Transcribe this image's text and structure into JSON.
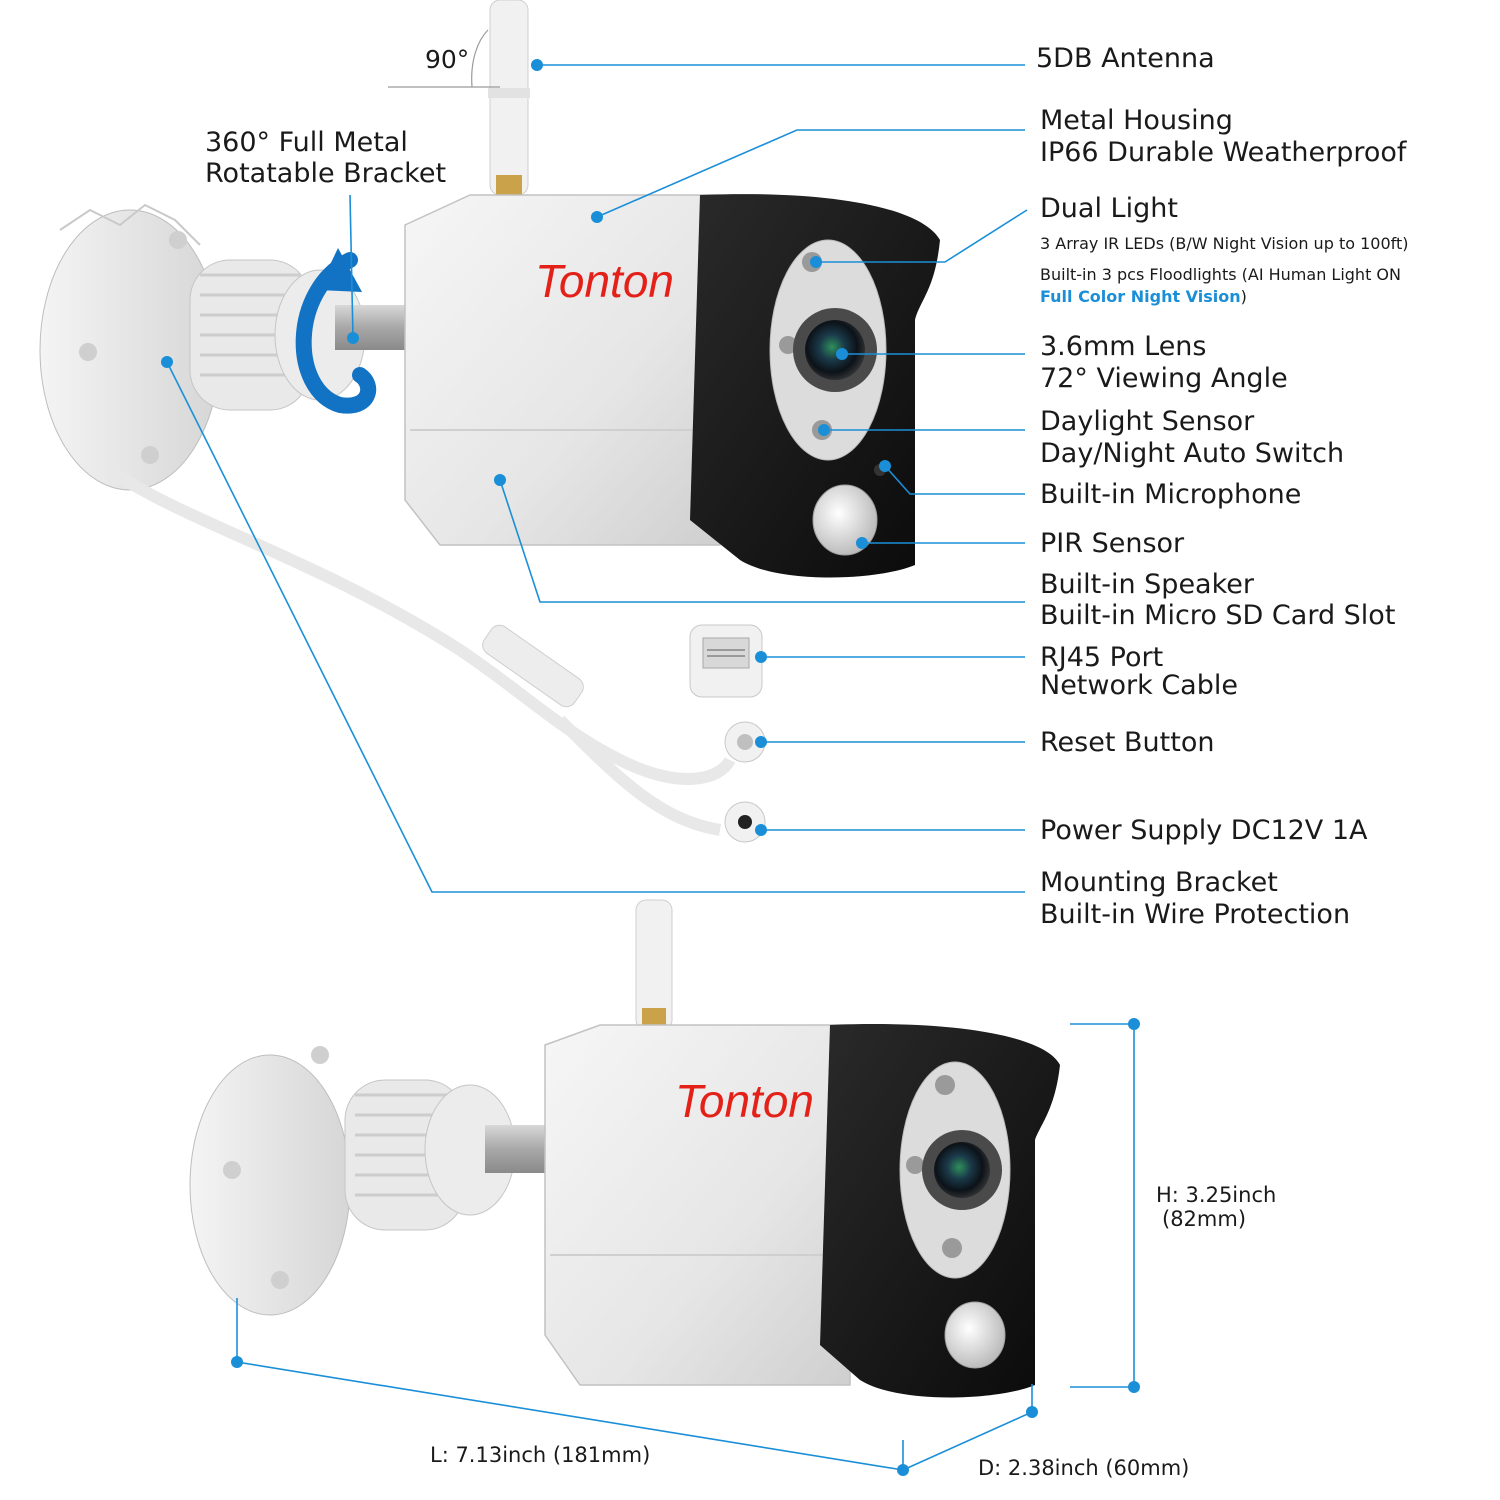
{
  "brand": {
    "logo_text": "Tonton",
    "color": "#e32119"
  },
  "colors": {
    "leader_line": "#1a8fd8",
    "arrow": "#1273c4",
    "text": "#1a1a1a",
    "housing": "#e8e8e8",
    "face": "#141414"
  },
  "angle_label": "90°",
  "bracket_label": {
    "line1": "360° Full Metal",
    "line2": "Rotatable Bracket"
  },
  "callouts": {
    "antenna": {
      "line1": "5DB Antenna"
    },
    "housing": {
      "line1": "Metal Housing",
      "line2": "IP66 Durable Weatherproof"
    },
    "dual_light": {
      "line1": "Dual Light",
      "detail1": "3 Array IR LEDs (B/W Night Vision up to 100ft)",
      "detail2": "Built-in 3 pcs Floodlights (AI Human Light ON",
      "detail3_highlight": "Full Color Night Vision",
      "detail3_close": ")"
    },
    "lens": {
      "line1": "3.6mm Lens",
      "line2": "72° Viewing Angle"
    },
    "daylight": {
      "line1": "Daylight Sensor",
      "line2": "Day/Night Auto Switch"
    },
    "microphone": {
      "line1": "Built-in Microphone"
    },
    "pir": {
      "line1": "PIR Sensor"
    },
    "speaker": {
      "line1": "Built-in Speaker",
      "line2": "Built-in Micro SD Card Slot"
    },
    "rj45": {
      "line1": "RJ45 Port",
      "line2": "Network Cable"
    },
    "reset": {
      "line1": "Reset Button"
    },
    "power": {
      "line1": "Power Supply DC12V 1A"
    },
    "mount": {
      "line1": "Mounting Bracket",
      "line2": "Built-in Wire Protection"
    }
  },
  "dimensions": {
    "height": {
      "line1": "H: 3.25inch",
      "line2": "(82mm)"
    },
    "length": "L: 7.13inch (181mm)",
    "depth": "D: 2.38inch (60mm)"
  }
}
